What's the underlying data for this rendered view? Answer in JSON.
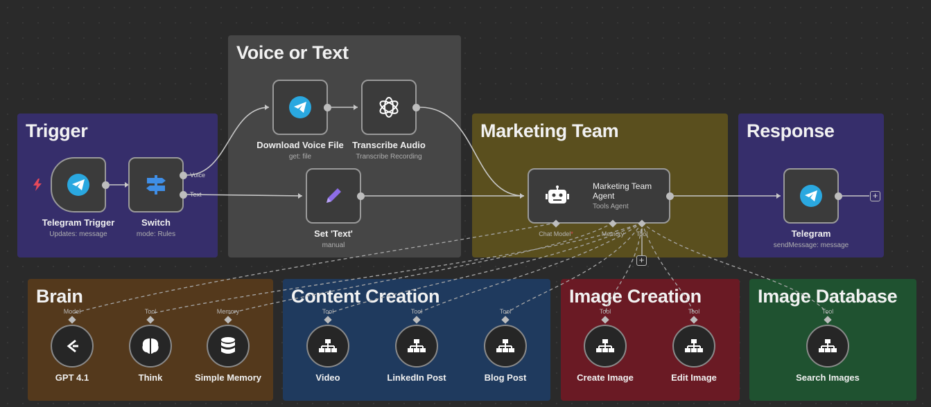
{
  "groups": {
    "trigger": {
      "title": "Trigger",
      "color": "#362e6b"
    },
    "voice_or_text": {
      "title": "Voice or Text",
      "color": "#464646"
    },
    "marketing_team": {
      "title": "Marketing Team",
      "color": "#5a4f1e"
    },
    "response": {
      "title": "Response",
      "color": "#362e6b"
    },
    "brain": {
      "title": "Brain",
      "color": "#54391c"
    },
    "content_creation": {
      "title": "Content Creation",
      "color": "#1f3a5e"
    },
    "image_creation": {
      "title": "Image Creation",
      "color": "#6a1a24"
    },
    "image_database": {
      "title": "Image Database",
      "color": "#1f5230"
    }
  },
  "nodes": {
    "telegram_trigger": {
      "label": "Telegram Trigger",
      "sub": "Updates: message"
    },
    "switch": {
      "label": "Switch",
      "sub": "mode: Rules",
      "out_voice": "Voice",
      "out_text": "Text"
    },
    "download_voice": {
      "label": "Download Voice File",
      "sub": "get: file"
    },
    "transcribe": {
      "label": "Transcribe Audio",
      "sub": "Transcribe Recording"
    },
    "set_text": {
      "label": "Set 'Text'",
      "sub": "manual"
    },
    "agent": {
      "label_line1": "Marketing Team",
      "label_line2": "Agent",
      "sub": "Tools Agent",
      "port_chat": "Chat Model",
      "port_memory": "Memory",
      "port_tool": "Tool"
    },
    "telegram_send": {
      "label": "Telegram",
      "sub": "sendMessage: message"
    }
  },
  "tools": {
    "gpt": {
      "label": "GPT 4.1",
      "port": "Model"
    },
    "think": {
      "label": "Think",
      "port": "Tool"
    },
    "memory": {
      "label": "Simple Memory",
      "port": "Memory"
    },
    "video": {
      "label": "Video",
      "port": "Tool"
    },
    "linkedin": {
      "label": "LinkedIn Post",
      "port": "Tool"
    },
    "blog": {
      "label": "Blog Post",
      "port": "Tool"
    },
    "create_image": {
      "label": "Create Image",
      "port": "Tool"
    },
    "edit_image": {
      "label": "Edit Image",
      "port": "Tool"
    },
    "search_images": {
      "label": "Search Images",
      "port": "Tool"
    }
  },
  "icons": {
    "telegram": "telegram-icon",
    "switch": "signpost-icon",
    "openai": "openai-icon",
    "pencil": "pencil-icon",
    "robot": "robot-icon",
    "sitemap": "sitemap-icon",
    "brain": "brain-icon",
    "database": "database-icon",
    "gpt": "gpt-icon",
    "bolt": "lightning-icon"
  }
}
